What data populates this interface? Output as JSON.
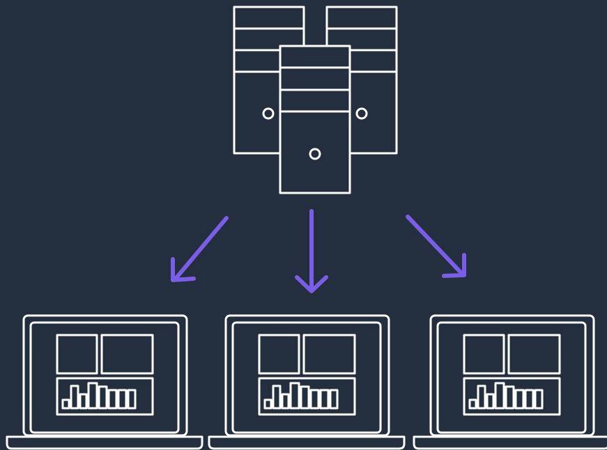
{
  "diagram": {
    "background_color": "#232f3e",
    "line_color": "#ffffff",
    "arrow_color": "#7b5ee8",
    "server_cluster": {
      "icon": "server-stack-icon",
      "server_count": 3
    },
    "arrows": [
      {
        "direction": "down-left"
      },
      {
        "direction": "down"
      },
      {
        "direction": "down-right"
      }
    ],
    "clients": [
      {
        "icon": "laptop-dashboard-icon"
      },
      {
        "icon": "laptop-dashboard-icon"
      },
      {
        "icon": "laptop-dashboard-icon"
      }
    ]
  }
}
